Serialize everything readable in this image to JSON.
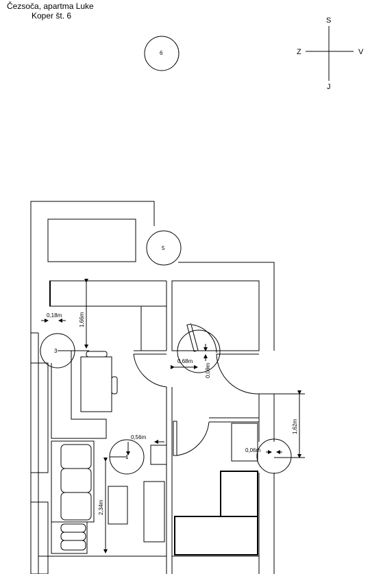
{
  "header": {
    "title_line1": "Čezsoča, apartma Luke",
    "title_line2": "Koper št. 6"
  },
  "compass": {
    "north": "S",
    "south": "J",
    "west": "Z",
    "east": "V"
  },
  "markers": {
    "m1": "1",
    "m3": "3",
    "m5": "5",
    "m6": "6"
  },
  "dimensions": {
    "d_018": "0,18m",
    "d_166": "1,66m",
    "d_068": "0,68m",
    "d_009": "0,09m",
    "d_162": "1,62m",
    "d_056": "0,56m",
    "d_006": "0,06m",
    "d_234": "2,34m"
  }
}
